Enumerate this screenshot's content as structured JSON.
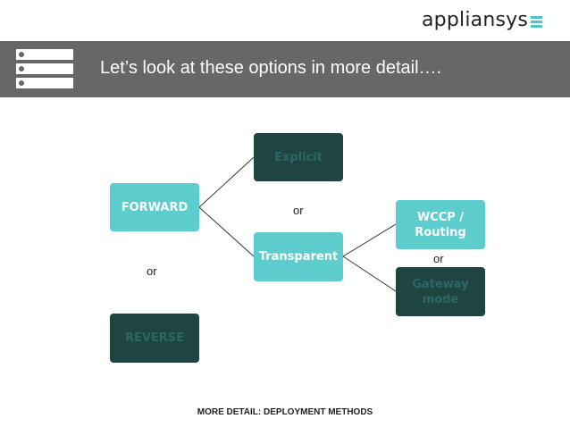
{
  "header": {
    "logo_text": "appliansys",
    "title": "Let’s look at these options in more detail…."
  },
  "diagram": {
    "nodes": {
      "forward": "FORWARD",
      "reverse": "REVERSE",
      "explicit": "Explicit",
      "transparent": "Transparent",
      "wccp": "WCCP / Routing",
      "gateway": "Gateway mode"
    },
    "connectors": [
      "or",
      "or",
      "or"
    ],
    "colors": {
      "light_box": "#5ccdcc",
      "dark_box": "#1f4543",
      "banner": "#676767",
      "logo_accent": "#4fc4c9"
    }
  },
  "footer": {
    "caption": "MORE DETAIL: DEPLOYMENT METHODS"
  }
}
